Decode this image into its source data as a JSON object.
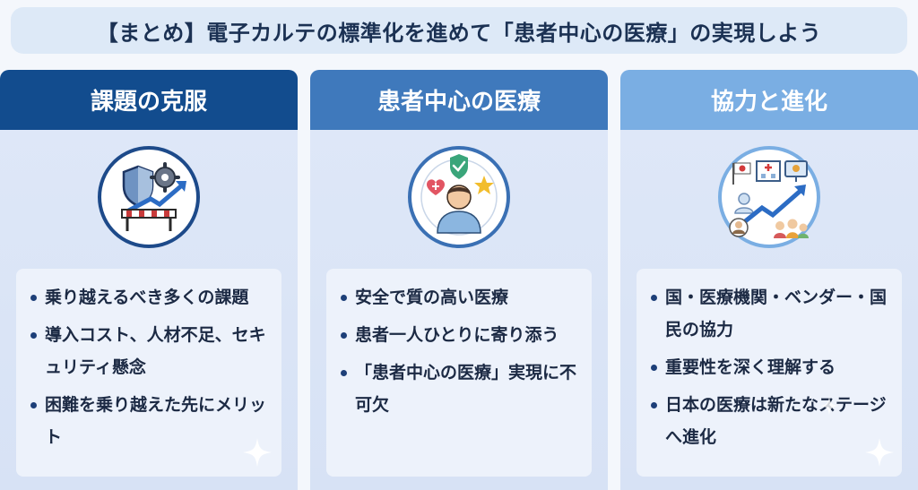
{
  "title": "【まとめ】電子カルテの標準化を進めて「患者中心の医療」の実現しよう",
  "colors": {
    "card1_header": "#124c8e",
    "card2_header": "#3f79bc",
    "card3_header": "#7aaee3",
    "card_body": "#dfe8f8",
    "title_bg": "#dde9f7"
  },
  "cards": [
    {
      "header": "課題の克服",
      "icon": "shield-gear-barrier-arrow-icon",
      "items": [
        "乗り越えるべき多くの課題",
        "導入コスト、人材不足、セキュリティ懸念",
        "困難を乗り越えた先にメリット"
      ]
    },
    {
      "header": "患者中心の医療",
      "icon": "patient-shield-heart-star-icon",
      "items": [
        "安全で質の高い医療",
        "患者一人ひとりに寄り添う",
        "「患者中心の医療」実現に不可欠"
      ]
    },
    {
      "header": "協力と進化",
      "icon": "collaboration-growth-icon",
      "items": [
        "国・医療機関・ベンダー・国民の協力",
        "重要性を深く理解する",
        "日本の医療は新たなステージへ進化"
      ]
    }
  ]
}
